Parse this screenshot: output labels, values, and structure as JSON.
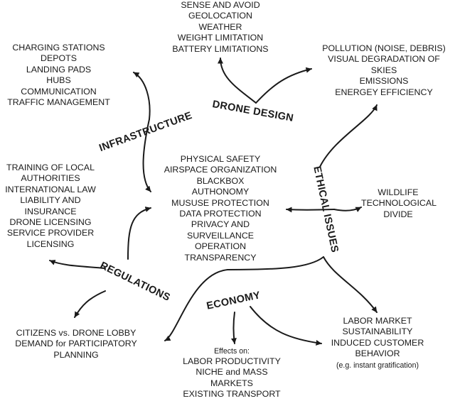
{
  "colors": {
    "text": "#1a1a1a",
    "arrow": "#1a1a1a",
    "background": "#ffffff"
  },
  "topics": {
    "drone_design": "DRONE DESIGN",
    "infrastructure": "INFRASTRUCTURE",
    "ethical_issues": "ETHICAL ISSUES",
    "regulations": "REGULATIONS",
    "economy": "ECONOMY"
  },
  "blocks": {
    "drone_design": [
      "SENSE AND AVOID",
      "GEOLOCATION",
      "WEATHER",
      "WEIGHT LIMITATION",
      "BATTERY LIMITATIONS"
    ],
    "infrastructure": [
      "CHARGING STATIONS",
      "DEPOTS",
      "LANDING PADS",
      "HUBS",
      "COMMUNICATION",
      "TRAFFIC  MANAGEMENT"
    ],
    "environment": [
      "POLLUTION (NOISE, DEBRIS)",
      "VISUAL DEGRADATION OF",
      "SKIES",
      "EMISSIONS",
      "ENERGEY EFFICIENCY"
    ],
    "regulations": [
      "TRAINING OF LOCAL",
      "AUTHORITIES",
      "INTERNATIONAL LAW",
      "LIABILITY AND",
      "INSURANCE",
      "DRONE LICENSING",
      "SERVICE PROVIDER",
      "LICENSING"
    ],
    "center": [
      "PHYSICAL SAFETY",
      "AIRSPACE ORGANIZATION",
      "BLACKBOX",
      "AUTHONOMY",
      "MUSUSE PROTECTION",
      "DATA PROTECTION",
      "PRIVACY AND",
      "SURVEILLANCE",
      "OPERATION",
      "TRANSPARENCY"
    ],
    "wildlife": [
      "WILDLIFE",
      "TECHNOLOGICAL",
      "DIVIDE"
    ],
    "citizens": [
      "CITIZENS vs. DRONE LOBBY",
      "DEMAND for  PARTICIPATORY",
      "PLANNING"
    ],
    "labor": [
      "LABOR MARKET",
      "SUSTAINABILITY",
      "INDUCED CUSTOMER",
      "BEHAVIOR"
    ],
    "labor_note": "(e.g. instant gratification)",
    "economy_effects_heading": "Effects on:",
    "economy_effects": [
      "LABOR PRODUCTIVITY",
      "NICHE and MASS",
      "MARKETS",
      "EXISTING TRANSPORT"
    ]
  }
}
